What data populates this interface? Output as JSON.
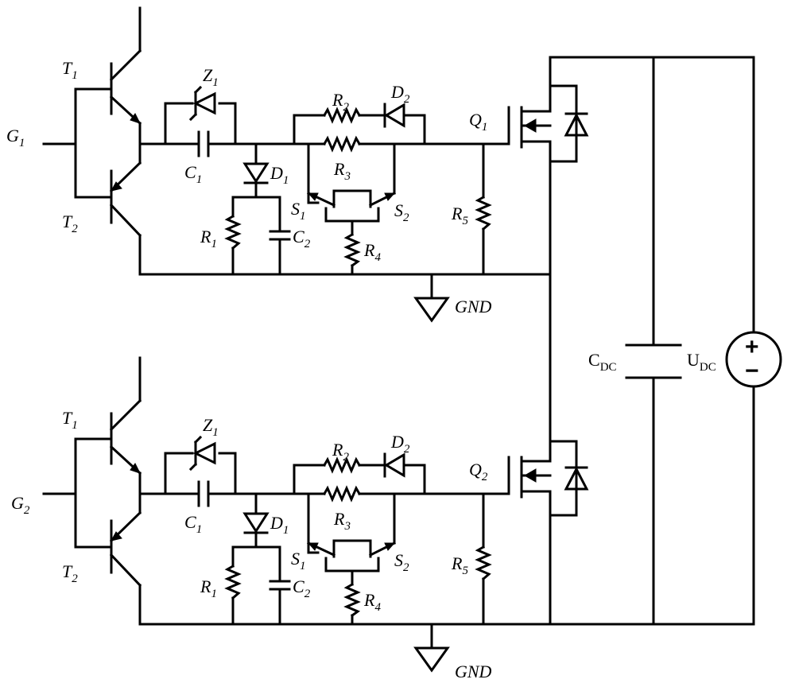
{
  "circuits": [
    {
      "input": {
        "main": "G",
        "sub": "1"
      },
      "mosfet": {
        "main": "Q",
        "sub": "1"
      },
      "labels": {
        "T1": {
          "main": "T",
          "sub": "1"
        },
        "T2": {
          "main": "T",
          "sub": "2"
        },
        "Z1": {
          "main": "Z",
          "sub": "1"
        },
        "C1": {
          "main": "C",
          "sub": "1"
        },
        "D1": {
          "main": "D",
          "sub": "1"
        },
        "R1": {
          "main": "R",
          "sub": "1"
        },
        "C2": {
          "main": "C",
          "sub": "2"
        },
        "R2": {
          "main": "R",
          "sub": "2"
        },
        "D2": {
          "main": "D",
          "sub": "2"
        },
        "R3": {
          "main": "R",
          "sub": "3"
        },
        "S1": {
          "main": "S",
          "sub": "1"
        },
        "S2": {
          "main": "S",
          "sub": "2"
        },
        "R4": {
          "main": "R",
          "sub": "4"
        },
        "R5": {
          "main": "R",
          "sub": "5"
        }
      },
      "ground": "GND"
    },
    {
      "input": {
        "main": "G",
        "sub": "2"
      },
      "mosfet": {
        "main": "Q",
        "sub": "2"
      },
      "labels": {
        "T1": {
          "main": "T",
          "sub": "1"
        },
        "T2": {
          "main": "T",
          "sub": "2"
        },
        "Z1": {
          "main": "Z",
          "sub": "1"
        },
        "C1": {
          "main": "C",
          "sub": "1"
        },
        "D1": {
          "main": "D",
          "sub": "1"
        },
        "R1": {
          "main": "R",
          "sub": "1"
        },
        "C2": {
          "main": "C",
          "sub": "2"
        },
        "R2": {
          "main": "R",
          "sub": "2"
        },
        "D2": {
          "main": "D",
          "sub": "2"
        },
        "R3": {
          "main": "R",
          "sub": "3"
        },
        "S1": {
          "main": "S",
          "sub": "1"
        },
        "S2": {
          "main": "S",
          "sub": "2"
        },
        "R4": {
          "main": "R",
          "sub": "4"
        },
        "R5": {
          "main": "R",
          "sub": "5"
        }
      },
      "ground": "GND"
    }
  ],
  "dc_link": {
    "capacitor": {
      "main": "C",
      "sub": "DC"
    },
    "source": {
      "main": "U",
      "sub": "DC"
    },
    "plus": "+",
    "minus": "−"
  }
}
